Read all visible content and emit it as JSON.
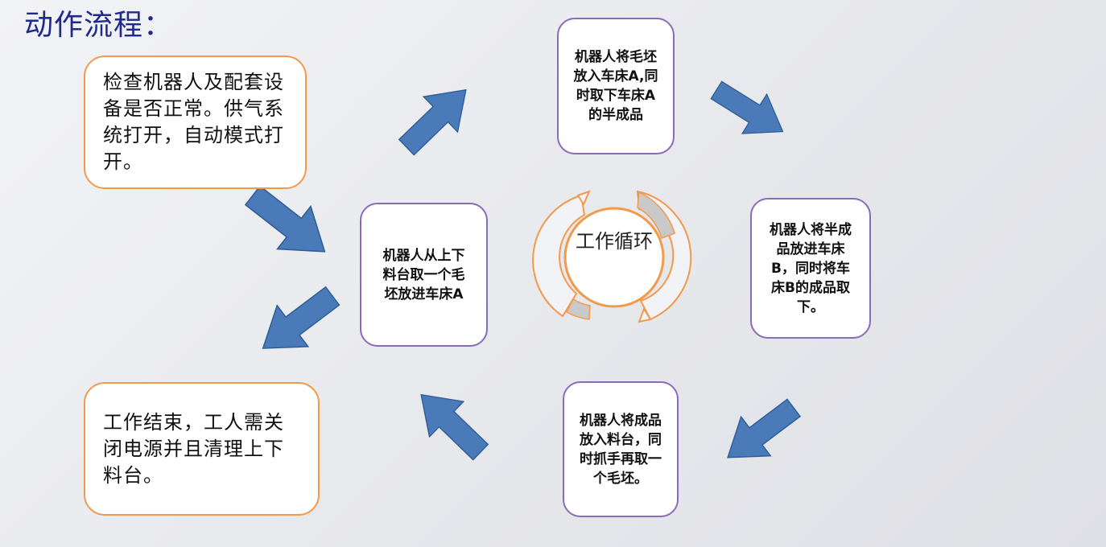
{
  "title": "动作流程：",
  "boxes": {
    "check": "检查机器人及配套设备是否正常。供气系统打开，自动模式打开。",
    "take_blank": "机器人从上下料台取一个毛坯放进车床A",
    "lathe_a": "机器人将毛坯放入车床A,同时取下车床A的半成品",
    "lathe_b": "机器人将半成品放进车床B，同时将车床B的成品取下。",
    "put_table": "机器人将成品放入料台，同时抓手再取一个毛坯。",
    "end": "工作结束，工人需关闭电源并且清理上下料台。"
  },
  "cycle": {
    "label": "工作循环"
  },
  "colors": {
    "title": "#1f2a8a",
    "arrow_fill": "#4a7ab8",
    "arrow_stroke": "#2e5e98",
    "orange_border": "#f29a4c",
    "purple_border": "#8a6bb8"
  }
}
